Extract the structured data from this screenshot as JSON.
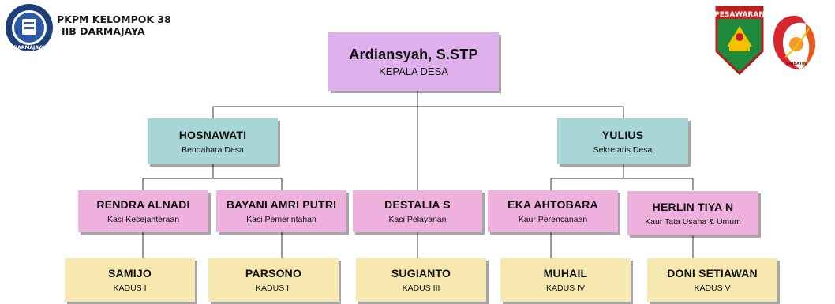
{
  "header": {
    "team_line1": "PKPM KELOMPOK 38",
    "team_line2": "IIB DARMAJAYA",
    "left_logo_text": "DARMAJAYA",
    "right_logo1_text": "PESAWARAN",
    "right_logo2_text": "SAIBATIN"
  },
  "colors": {
    "head": "#dfb1ec",
    "secretariat": "#a8d5d5",
    "section": "#eeb0dc",
    "dusun": "#f7e8b0"
  },
  "org": {
    "head": {
      "name": "Ardiansyah, S.STP",
      "role": "KEPALA DESA"
    },
    "treasurer": {
      "name": "HOSNAWATI",
      "role": "Bendahara Desa"
    },
    "secretary": {
      "name": "YULIUS",
      "role": "Sekretaris Desa"
    },
    "sections": [
      {
        "name": "RENDRA ALNADI",
        "role": "Kasi Kesejahteraan"
      },
      {
        "name": "BAYANI AMRI PUTRI",
        "role": "Kasi Pemerintahan"
      },
      {
        "name": "DESTALIA S",
        "role": "Kasi Pelayanan"
      },
      {
        "name": "EKA AHTOBARA",
        "role": "Kaur Perencanaan"
      },
      {
        "name": "HERLIN TIYA N",
        "role": "Kaur Tata Usaha & Umum"
      }
    ],
    "dusun": [
      {
        "name": "SAMIJO",
        "role": "KADUS I"
      },
      {
        "name": "PARSONO",
        "role": "KADUS II"
      },
      {
        "name": "SUGIANTO",
        "role": "KADUS III"
      },
      {
        "name": "MUHAIL",
        "role": "KADUS IV"
      },
      {
        "name": "DONI SETIAWAN",
        "role": "KADUS V"
      }
    ]
  }
}
